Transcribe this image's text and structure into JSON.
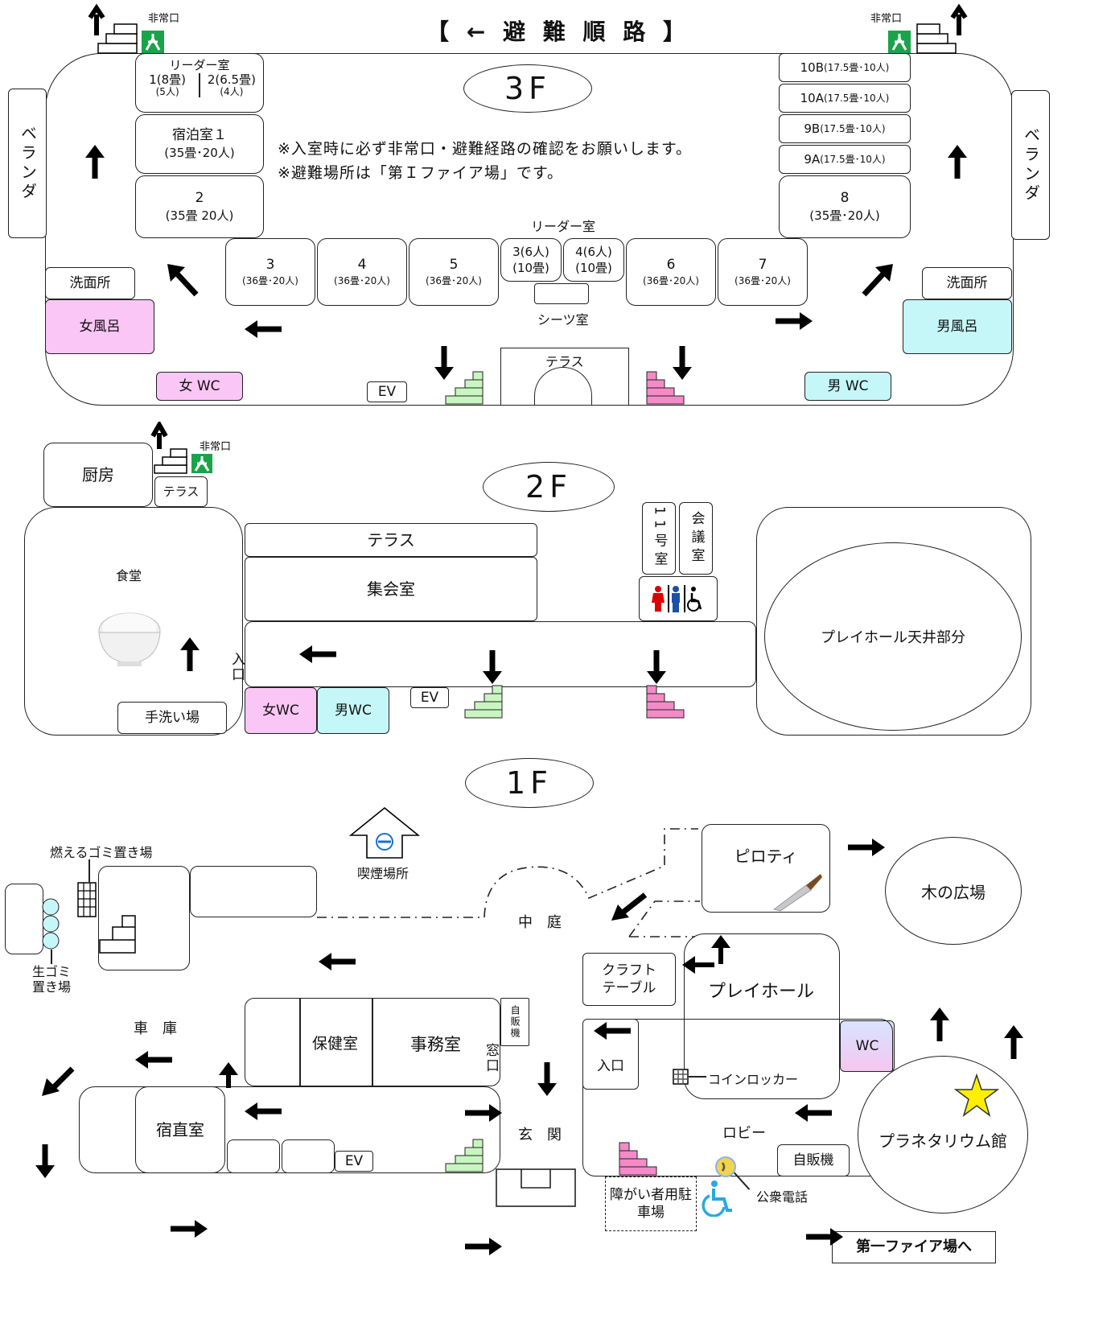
{
  "header": {
    "title": "【 ← 避 難 順 路 】",
    "arrow": "←"
  },
  "exit_label": "非常口",
  "floors": {
    "f3": "3F",
    "f2": "2F",
    "f1": "1F"
  },
  "notices": [
    "※入室時に必ず非常口・避難経路の確認をお願いします。",
    "※避難場所は「第Ｉファイア場」です。"
  ],
  "f3": {
    "veranda": "ベランダ",
    "leader_room": {
      "title": "リーダー室",
      "r1": "1(8畳)",
      "r1_cap": "(5人)",
      "r2": "2(6.5畳)",
      "r2_cap": "(4人)"
    },
    "stay1": {
      "name": "宿泊室１",
      "cap": "(35畳･20人)"
    },
    "room2": {
      "name": "2",
      "cap": "(35畳 20人)"
    },
    "right_rooms": [
      {
        "name": "10B",
        "cap": "(17.5畳･10人)"
      },
      {
        "name": "10A",
        "cap": "(17.5畳･10人)"
      },
      {
        "name": "9B",
        "cap": "(17.5畳･10人)"
      },
      {
        "name": "9A",
        "cap": "(17.5畳･10人)"
      }
    ],
    "room8": {
      "name": "8",
      "cap": "(35畳･20人)"
    },
    "bottom_rooms": [
      {
        "name": "3",
        "cap": "(36畳･20人)"
      },
      {
        "name": "4",
        "cap": "(36畳･20人)"
      },
      {
        "name": "5",
        "cap": "(36畳･20人)"
      },
      {
        "name": "6",
        "cap": "(36畳･20人)"
      },
      {
        "name": "7",
        "cap": "(36畳･20人)"
      }
    ],
    "leader_room2": "リーダー室",
    "small_rooms": [
      {
        "name": "3(6人)",
        "cap": "(10畳)"
      },
      {
        "name": "4(6人)",
        "cap": "(10畳)"
      }
    ],
    "sheet_room": "シーツ室",
    "washroom": "洗面所",
    "women_bath": "女風呂",
    "men_bath": "男風呂",
    "women_wc": "女 WC",
    "men_wc": "男 WC",
    "ev": "EV",
    "terrace": "テラス"
  },
  "f2": {
    "kitchen": "厨房",
    "terrace_small": "テラス",
    "cafeteria": "食堂",
    "entrance": "入口",
    "terrace": "テラス",
    "meeting_hall": "集会室",
    "room11": "11号室",
    "conference": "会議室",
    "hand_wash": "手洗い場",
    "women_wc": "女WC",
    "men_wc": "男WC",
    "ev": "EV",
    "playhall_ceiling": "プレイホール天井部分"
  },
  "f1": {
    "burnable_trash": "燃えるゴミ置き場",
    "raw_trash": "生ゴミ置き場",
    "smoking": "喫煙場所",
    "courtyard": "中　庭",
    "piloti": "ピロティ",
    "tree_plaza": "木の広場",
    "craft_table": "クラフトテーブル",
    "playhall": "プレイホール",
    "garage": "車　庫",
    "health_room": "保健室",
    "office": "事務室",
    "vending": "自販機",
    "window": "窓口",
    "entrance": "入口",
    "coin_locker": "コインロッカー",
    "wc": "WC",
    "duty_room": "宿直室",
    "ev": "EV",
    "genkan": "玄　関",
    "lobby": "ロビー",
    "vending2": "自販機",
    "planetarium": "プラネタリウム館",
    "disabled_parking": "障がい者用駐車場",
    "payphone": "公衆電話",
    "to_fire_site": "第一ファイア場へ"
  },
  "colors": {
    "women": "#f9c6f5",
    "men": "#c6f7f8",
    "stairs_green": "#c8f5c0",
    "stairs_pink": "#f58ac8",
    "exit_green": "#1aa34a",
    "star": "#ffef00"
  }
}
